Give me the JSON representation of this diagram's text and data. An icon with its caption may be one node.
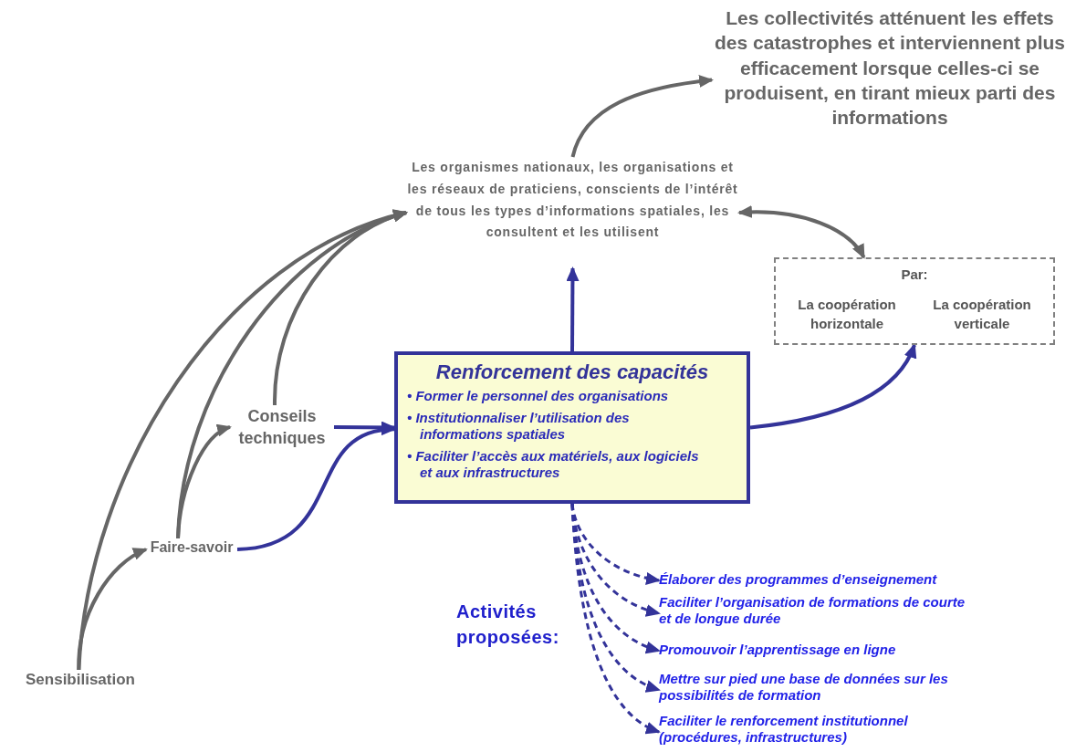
{
  "diagram": {
    "nodes": [
      {
        "text": [
          "Les collectivités atténuent les effets des catastrophes et interviennent plus efficacement lorsque celles-ci se produisent, en tirant mieux parti des informations"
        ]
      },
      {
        "text": [
          "Les organismes nationaux, les organisations et les réseaux de praticiens, conscients de l’intérêt de tous les types d’informations spatiales, les consultent et les utilisent"
        ]
      },
      {
        "text": [
          "Par:",
          "La coopération horizontale",
          "La coopération verticale"
        ]
      },
      {
        "text": [
          "Renforcement des capacités",
          "• Former le personnel des organisations",
          "• Institutionnaliser l’utilisation des informations spatiales",
          "• Faciliter l’accès aux matériels, aux logiciels et aux infrastructures"
        ]
      },
      {
        "text": [
          "Conseils techniques"
        ]
      },
      {
        "text": [
          "Faire-savoir"
        ]
      },
      {
        "text": [
          "Sensibilisation"
        ]
      },
      {
        "text": [
          "Élaborer des programmes d’enseignement"
        ]
      },
      {
        "text": [
          "Faciliter l’organisation de formations de courte et de longue durée"
        ]
      },
      {
        "text": [
          "Promouvoir l’apprentissage en ligne"
        ]
      },
      {
        "text": [
          "Mettre sur pied une base de données sur les possibilités de formation"
        ]
      },
      {
        "text": [
          "Faciliter le renforcement institutionnel (procédures, infrastructures)"
        ]
      }
    ],
    "edges": [
      {
        "from": 1,
        "to": 0,
        "arrow": "to",
        "color": "#666666"
      },
      {
        "from": 1,
        "to": 2,
        "arrow": "both",
        "color": "#666666"
      },
      {
        "from": 3,
        "to": 1,
        "arrow": "to"
      },
      {
        "from": 3,
        "to": 2,
        "arrow": "to"
      },
      {
        "from": 6,
        "to": 1,
        "arrow": "to",
        "color": "#666666"
      },
      {
        "from": 5,
        "to": 1,
        "arrow": "to",
        "color": "#666666"
      },
      {
        "from": 4,
        "to": 1,
        "arrow": "to",
        "color": "#666666"
      },
      {
        "from": 6,
        "to": 5,
        "arrow": "to",
        "color": "#666666"
      },
      {
        "from": 5,
        "to": 4,
        "arrow": "to",
        "color": "#666666"
      },
      {
        "from": 4,
        "to": 3,
        "arrow": "to"
      },
      {
        "from": 5,
        "to": 3,
        "arrow": "to"
      },
      {
        "from": 3,
        "to": 7,
        "arrow": "to",
        "style": "dashed"
      },
      {
        "from": 3,
        "to": 8,
        "arrow": "to",
        "style": "dashed"
      },
      {
        "from": 3,
        "to": 9,
        "arrow": "to",
        "style": "dashed"
      },
      {
        "from": 3,
        "to": 10,
        "arrow": "to",
        "style": "dashed"
      },
      {
        "from": 3,
        "to": 11,
        "arrow": "to",
        "style": "dashed"
      }
    ],
    "labels": [
      "Activités proposées:"
    ]
  }
}
